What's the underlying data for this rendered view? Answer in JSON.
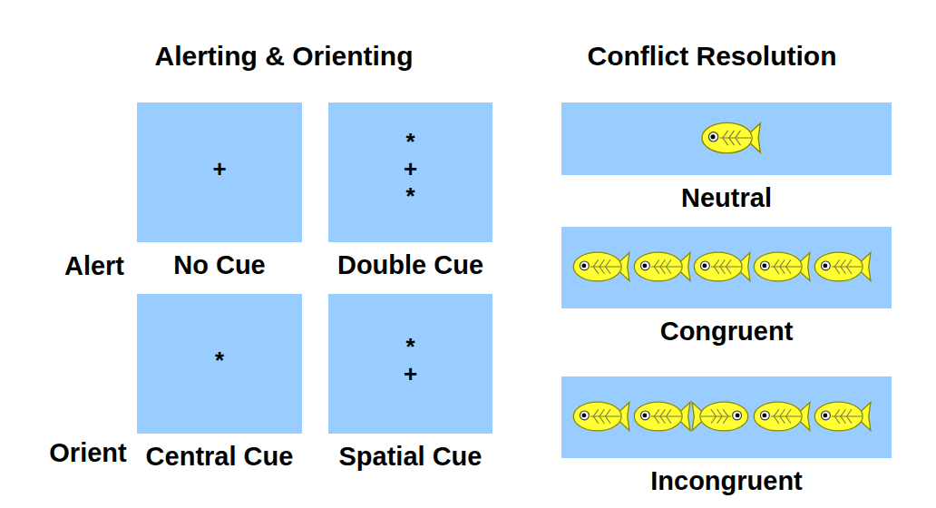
{
  "diagram": {
    "nodes": [
      {
        "text": [
          "+",
          "No Cue"
        ]
      },
      {
        "text": [
          "* + *",
          "Double Cue"
        ]
      },
      {
        "text": [
          "*",
          "Central Cue"
        ]
      },
      {
        "text": [
          "* +",
          "Spatial Cue"
        ]
      },
      {
        "text": [
          "Neutral"
        ]
      },
      {
        "text": [
          "Congruent"
        ]
      },
      {
        "text": [
          "Incongruent"
        ]
      }
    ],
    "labels": [
      "Alerting & Orienting",
      "Conflict Resolution",
      "Alert",
      "Orient"
    ]
  }
}
